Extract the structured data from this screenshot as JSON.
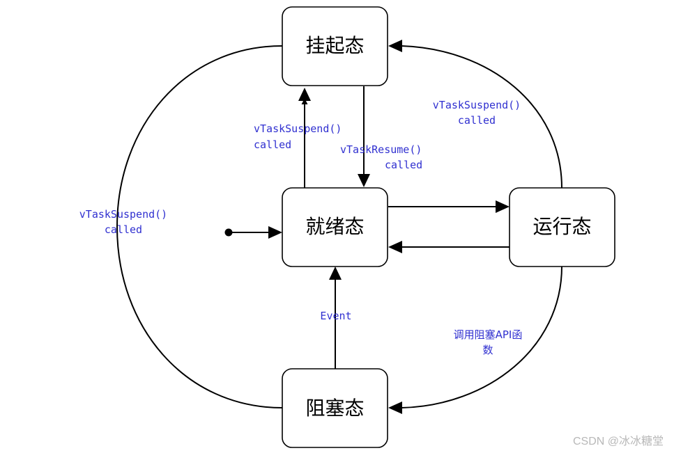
{
  "states": {
    "suspended": "挂起态",
    "ready": "就绪态",
    "running": "运行态",
    "blocked": "阻塞态"
  },
  "transitions": {
    "ready_to_suspended": [
      "vTaskSuspend()",
      "called"
    ],
    "suspended_to_ready": [
      "vTaskResume()",
      "called"
    ],
    "running_to_suspended": [
      "vTaskSuspend()",
      "called"
    ],
    "blocked_to_suspended": [
      "vTaskSuspend()",
      "called"
    ],
    "blocked_to_ready": "Event",
    "running_to_blocked": [
      "调用阻塞API函",
      "数"
    ]
  },
  "watermark": "CSDN @冰冰糖堂",
  "colors": {
    "label": "#3030d0",
    "line": "#000000",
    "watermark": "#b8b8b8"
  }
}
